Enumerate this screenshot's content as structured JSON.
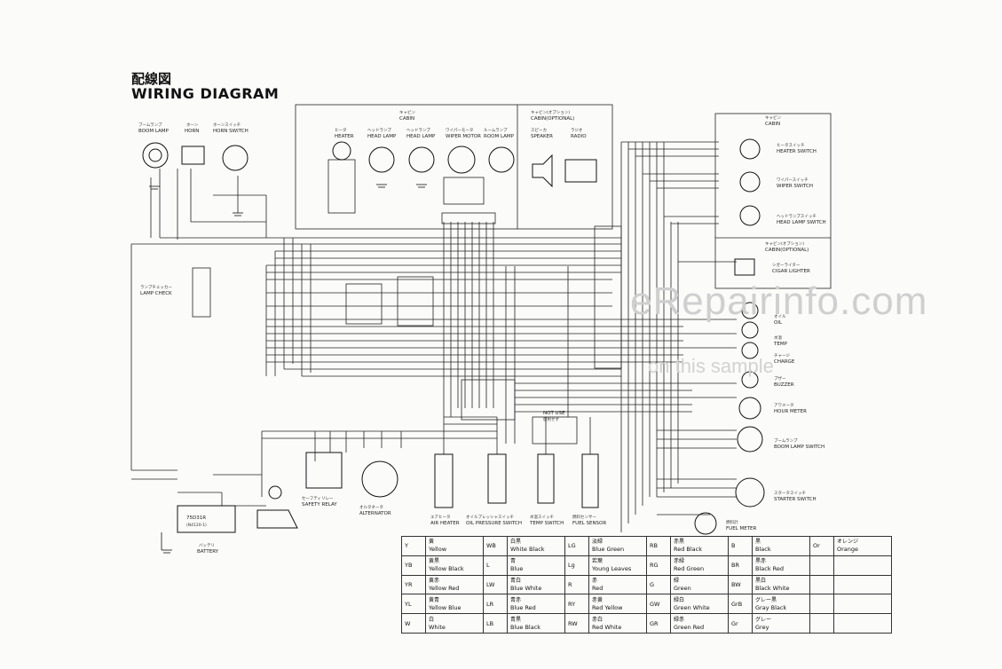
{
  "title": {
    "jp": "配線図",
    "en": "WIRING DIAGRAM"
  },
  "watermark": {
    "site": "eRepairinfo.com",
    "note": "on this sample"
  },
  "components": {
    "boom_lamp": {
      "jp": "ブームランプ",
      "en": "BOOM LAMP"
    },
    "horn": {
      "jp": "ホーン",
      "en": "HORN"
    },
    "horn_switch": {
      "jp": "ホーンスイッチ",
      "en": "HORN SWITCH"
    },
    "cabin": {
      "jp": "キャビン",
      "en": "CABIN"
    },
    "heater": {
      "jp": "ヒータ",
      "en": "HEATER"
    },
    "head_lamp_1": {
      "jp": "ヘッドランプ",
      "en": "HEAD LAMP"
    },
    "head_lamp_2": {
      "jp": "ヘッドランプ",
      "en": "HEAD LAMP"
    },
    "wiper_motor": {
      "jp": "ワイパーモータ",
      "en": "WIPER MOTOR"
    },
    "room_lamp": {
      "jp": "ルームランプ",
      "en": "ROOM LAMP"
    },
    "cabin_optional": {
      "jp": "キャビン(オプション)",
      "en": "CABIN(OPTIONAL)"
    },
    "speaker": {
      "jp": "スピーカ",
      "en": "SPEAKER"
    },
    "radio": {
      "jp": "ラジオ",
      "en": "RADIO"
    },
    "cabin_right": {
      "jp": "キャビン",
      "en": "CABIN"
    },
    "heater_switch": {
      "jp": "ヒータスイッチ",
      "en": "HEATER SWITCH"
    },
    "wiper_switch": {
      "jp": "ワイパースイッチ",
      "en": "WIPER SWITCH"
    },
    "head_lamp_switch": {
      "jp": "ヘッドランプスイッチ",
      "en": "HEAD LAMP SWITCH"
    },
    "cabin_optional_right": {
      "jp": "キャビン(オプション)",
      "en": "CABIN(OPTIONAL)"
    },
    "cigar_lighter": {
      "jp": "シガーライター",
      "en": "CIGAR LIGHTER"
    },
    "lamp_check": {
      "jp": "ランプチェッカー",
      "en": "LAMP CHECK"
    },
    "oil": {
      "jp": "オイル",
      "en": "OIL"
    },
    "temp": {
      "jp": "水温",
      "en": "TEMP"
    },
    "charge": {
      "jp": "チャージ",
      "en": "CHARGE"
    },
    "buzzer": {
      "jp": "ブザー",
      "en": "BUZZER"
    },
    "hour_meter": {
      "jp": "アワメータ",
      "en": "HOUR METER"
    },
    "boom_lamp_switch": {
      "jp": "ブームランプ",
      "en": "BOOM LAMP SWITCH"
    },
    "starter_switch": {
      "jp": "スタータスイッチ",
      "en": "STARTER SWITCH"
    },
    "fuel_meter": {
      "jp": "燃料計",
      "en": "FUEL METER"
    },
    "not_use": {
      "jp": "使用せず",
      "en": "NOT USE"
    },
    "safety_relay": {
      "jp": "セーフティリレー",
      "en": "SAFETY RELAY"
    },
    "alternator": {
      "jp": "オルタネータ",
      "en": "ALTERNATOR"
    },
    "air_heater": {
      "jp": "エアヒータ",
      "en": "AIR HEATER"
    },
    "oil_pressure_switch": {
      "jp": "オイルプレッシャスイッチ",
      "en": "OIL PRESSURE SWITCH"
    },
    "temp_switch": {
      "jp": "水温スイッチ",
      "en": "TEMP SWITCH"
    },
    "fuel_sensor": {
      "jp": "燃料センサー",
      "en": "FUEL SENSOR"
    },
    "battery": {
      "jp": "バッテリ",
      "en": "BATTERY"
    },
    "battery_spec": {
      "line1": "75D31R",
      "line2": "(N4120-1)"
    }
  },
  "legend": [
    [
      {
        "code": "Y",
        "jp": "黄",
        "en": "Yellow"
      },
      {
        "code": "WB",
        "jp": "白黒",
        "en": "White Black"
      },
      {
        "code": "LG",
        "jp": "淡緑",
        "en": "Blue Green"
      },
      {
        "code": "RB",
        "jp": "赤黒",
        "en": "Red Black"
      },
      {
        "code": "B",
        "jp": "黒",
        "en": "Black"
      },
      {
        "code": "Or",
        "jp": "オレンジ",
        "en": "Orange"
      }
    ],
    [
      {
        "code": "YB",
        "jp": "黄黒",
        "en": "Yellow Black"
      },
      {
        "code": "L",
        "jp": "青",
        "en": "Blue"
      },
      {
        "code": "Lg",
        "jp": "若葉",
        "en": "Young Leaves"
      },
      {
        "code": "RG",
        "jp": "赤緑",
        "en": "Red Green"
      },
      {
        "code": "BR",
        "jp": "黒赤",
        "en": "Black Red"
      },
      {
        "code": "",
        "jp": "",
        "en": ""
      }
    ],
    [
      {
        "code": "YR",
        "jp": "黄赤",
        "en": "Yellow Red"
      },
      {
        "code": "LW",
        "jp": "青白",
        "en": "Blue White"
      },
      {
        "code": "R",
        "jp": "赤",
        "en": "Red"
      },
      {
        "code": "G",
        "jp": "緑",
        "en": "Green"
      },
      {
        "code": "BW",
        "jp": "黒白",
        "en": "Black White"
      },
      {
        "code": "",
        "jp": "",
        "en": ""
      }
    ],
    [
      {
        "code": "YL",
        "jp": "黄青",
        "en": "Yellow Blue"
      },
      {
        "code": "LR",
        "jp": "青赤",
        "en": "Blue Red"
      },
      {
        "code": "RY",
        "jp": "赤黄",
        "en": "Red Yellow"
      },
      {
        "code": "GW",
        "jp": "緑白",
        "en": "Green White"
      },
      {
        "code": "GrB",
        "jp": "グレー黒",
        "en": "Gray Black"
      },
      {
        "code": "",
        "jp": "",
        "en": ""
      }
    ],
    [
      {
        "code": "W",
        "jp": "白",
        "en": "White"
      },
      {
        "code": "LB",
        "jp": "青黒",
        "en": "Blue Black"
      },
      {
        "code": "RW",
        "jp": "赤白",
        "en": "Red White"
      },
      {
        "code": "GR",
        "jp": "緑赤",
        "en": "Green Red"
      },
      {
        "code": "Gr",
        "jp": "グレー",
        "en": "Grey"
      },
      {
        "code": "",
        "jp": "",
        "en": ""
      }
    ]
  ]
}
